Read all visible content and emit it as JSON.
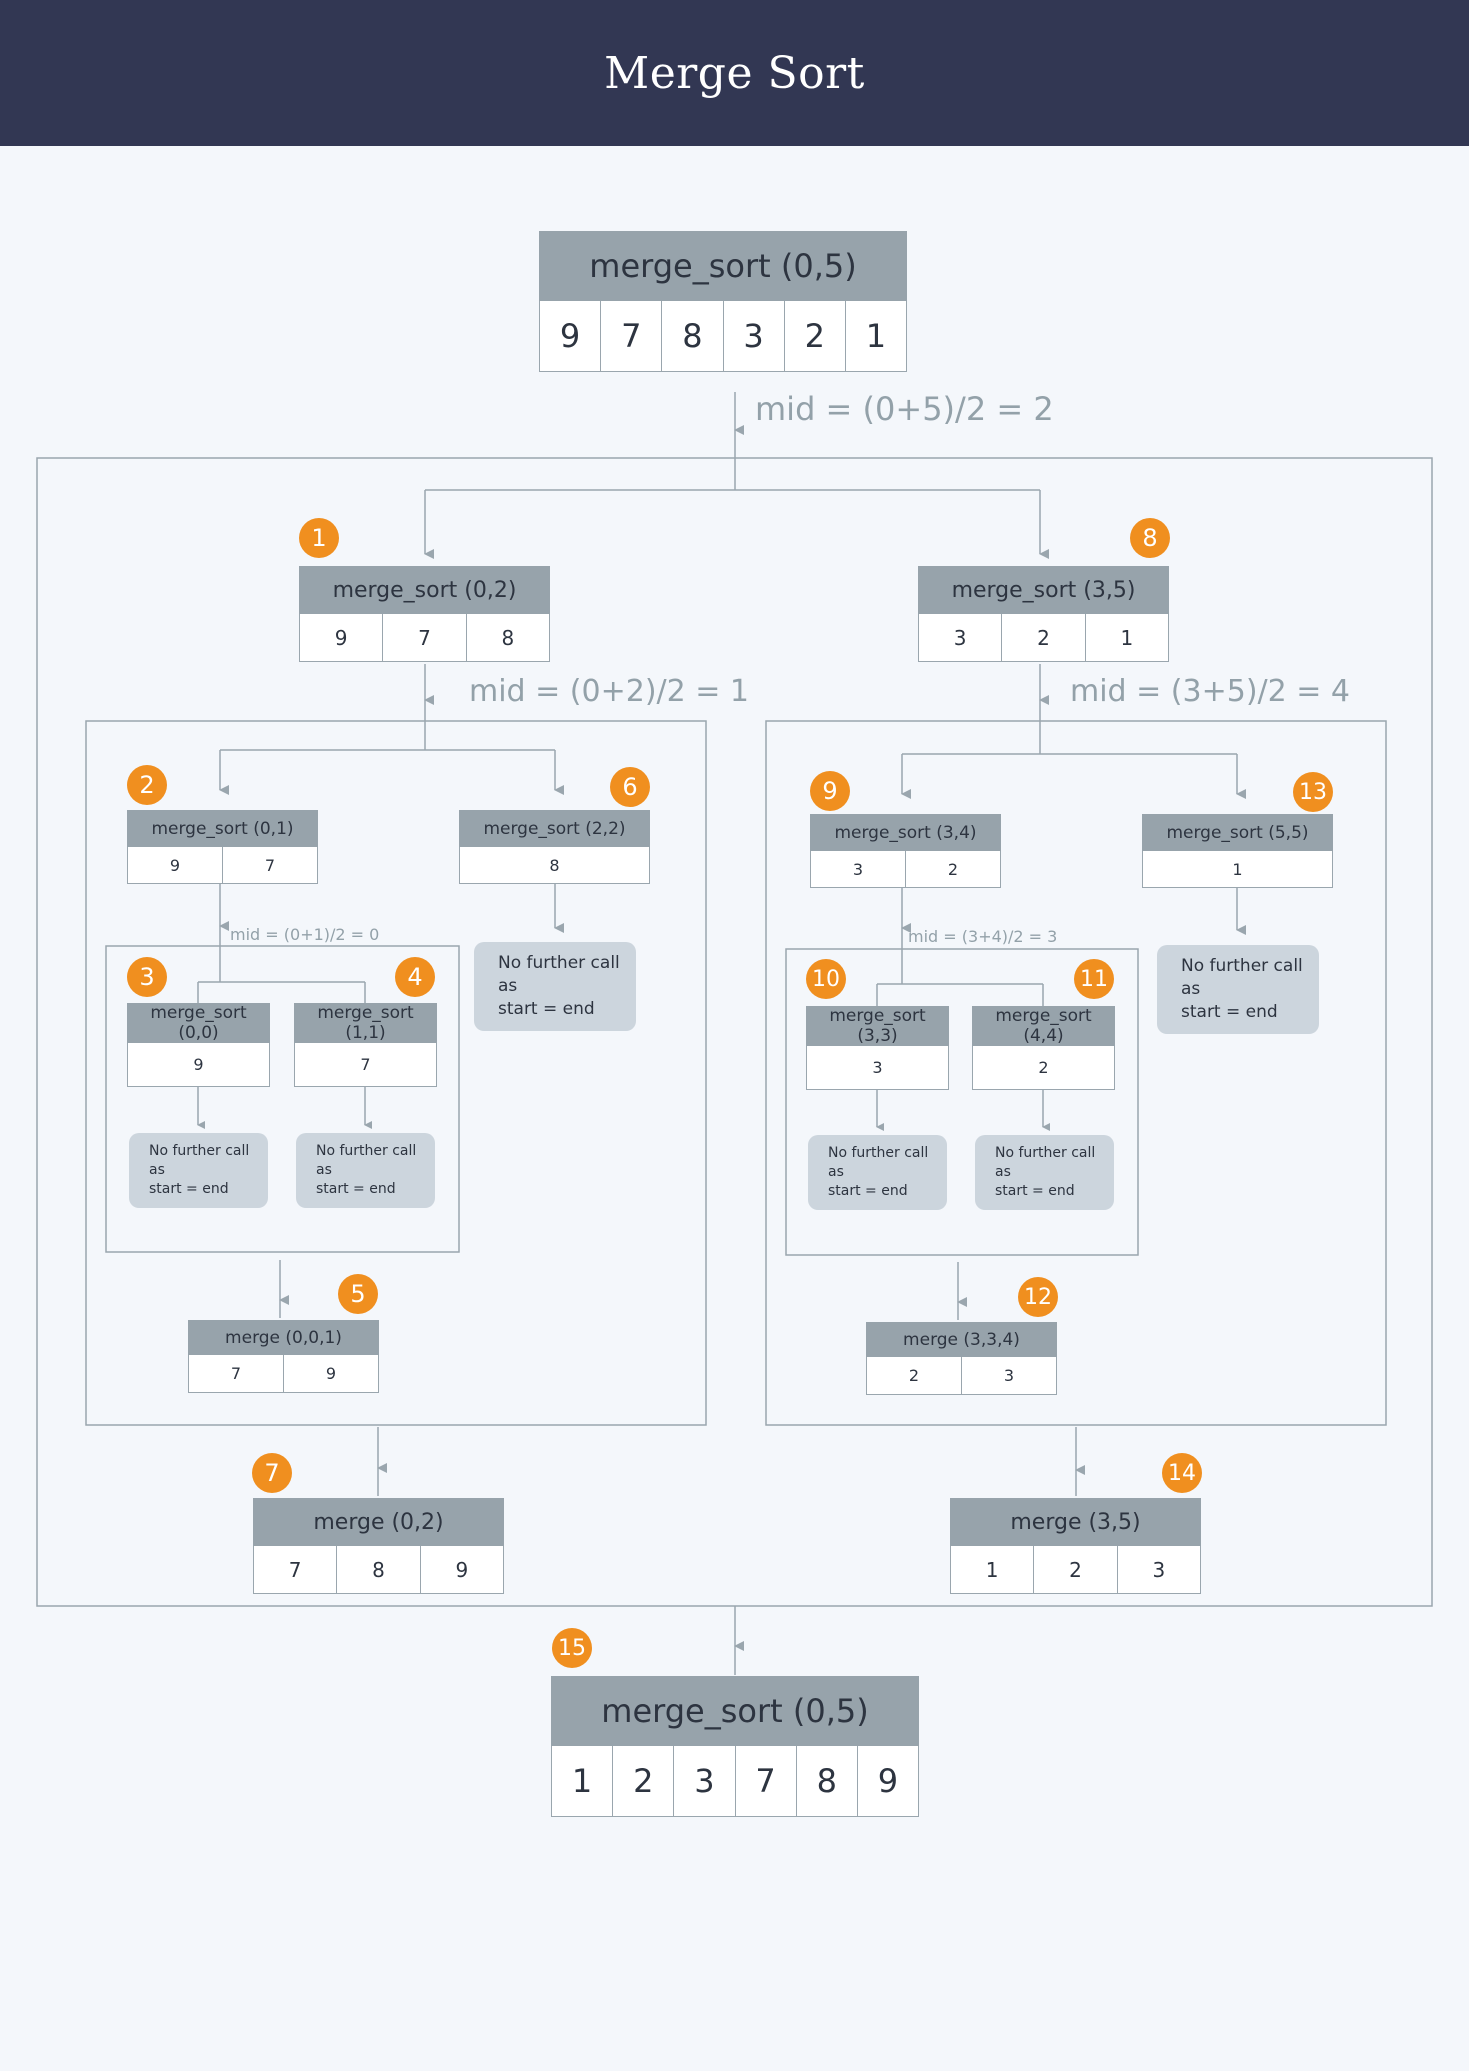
{
  "title": "Merge Sort",
  "colors": {
    "header": "#323753",
    "badge": "#f08f1f",
    "node_title": "#97a3ab",
    "note": "#ccd5dd",
    "line": "#9aa6ae"
  },
  "root": {
    "label": "merge_sort (0,5)",
    "values": [
      "9",
      "7",
      "8",
      "3",
      "2",
      "1"
    ]
  },
  "mids": {
    "root": "mid = (0+5)/2 = 2",
    "left": "mid = (0+2)/2 = 1",
    "right": "mid = (3+5)/2 = 4",
    "left_left": "mid = (0+1)/2 = 0",
    "right_left": "mid = (3+4)/2 = 3"
  },
  "nodes": {
    "ms02": {
      "label": "merge_sort (0,2)",
      "values": [
        "9",
        "7",
        "8"
      ]
    },
    "ms35": {
      "label": "merge_sort (3,5)",
      "values": [
        "3",
        "2",
        "1"
      ]
    },
    "ms01": {
      "label": "merge_sort (0,1)",
      "values": [
        "9",
        "7"
      ]
    },
    "ms22": {
      "label": "merge_sort (2,2)",
      "values": [
        "8"
      ]
    },
    "ms34": {
      "label": "merge_sort (3,4)",
      "values": [
        "3",
        "2"
      ]
    },
    "ms55": {
      "label": "merge_sort (5,5)",
      "values": [
        "1"
      ]
    },
    "ms00": {
      "label": "merge_sort (0,0)",
      "values": [
        "9"
      ]
    },
    "ms11": {
      "label": "merge_sort (1,1)",
      "values": [
        "7"
      ]
    },
    "ms33": {
      "label": "merge_sort (3,3)",
      "values": [
        "3"
      ]
    },
    "ms44": {
      "label": "merge_sort (4,4)",
      "values": [
        "2"
      ]
    },
    "m001": {
      "label": "merge (0,0,1)",
      "values": [
        "7",
        "9"
      ]
    },
    "m334": {
      "label": "merge (3,3,4)",
      "values": [
        "2",
        "3"
      ]
    },
    "m02": {
      "label": "merge (0,2)",
      "values": [
        "7",
        "8",
        "9"
      ]
    },
    "m35": {
      "label": "merge (3,5)",
      "values": [
        "1",
        "2",
        "3"
      ]
    },
    "final": {
      "label": "merge_sort (0,5)",
      "values": [
        "1",
        "2",
        "3",
        "7",
        "8",
        "9"
      ]
    }
  },
  "note": {
    "line1": "No further call",
    "line2": "as",
    "line3": "start = end"
  },
  "badges": [
    "1",
    "2",
    "3",
    "4",
    "5",
    "6",
    "7",
    "8",
    "9",
    "10",
    "11",
    "12",
    "13",
    "14",
    "15"
  ]
}
